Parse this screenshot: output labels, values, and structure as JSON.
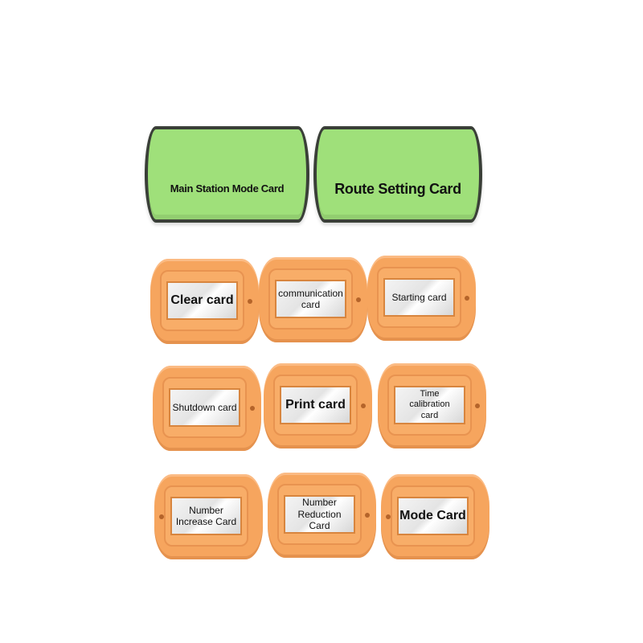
{
  "green_cards": [
    {
      "label": "Main Station Mode Card"
    },
    {
      "label": "Route Setting Card"
    }
  ],
  "orange_cards": [
    {
      "label": "Clear card"
    },
    {
      "label": "communication card"
    },
    {
      "label": "Starting card"
    },
    {
      "label": "Shutdown card"
    },
    {
      "label": "Print card"
    },
    {
      "label": "Time calibration card"
    },
    {
      "label": "Number Increase Card"
    },
    {
      "label": "Number Reduction Card"
    },
    {
      "label": "Mode Card"
    }
  ],
  "colors": {
    "green_card": "#9fe07a",
    "green_border": "#3a3f38",
    "orange_card": "#f6a55e",
    "label_window": "#ececec"
  }
}
